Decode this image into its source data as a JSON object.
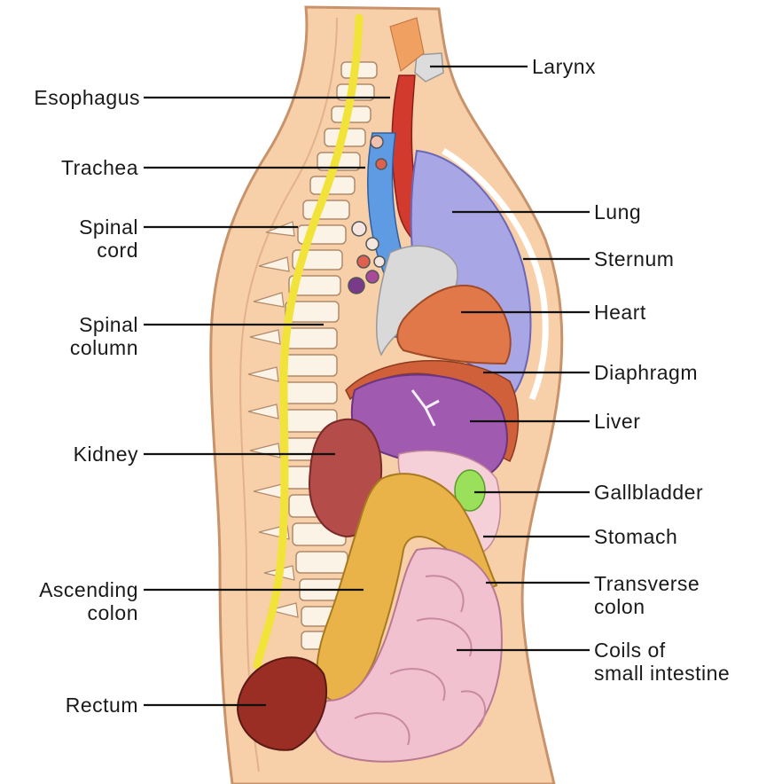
{
  "labels_left": [
    {
      "id": "esophagus",
      "lines": [
        "Esophagus"
      ]
    },
    {
      "id": "trachea",
      "lines": [
        "Trachea"
      ]
    },
    {
      "id": "spinal-cord",
      "lines": [
        "Spinal",
        "cord"
      ]
    },
    {
      "id": "spinal-column",
      "lines": [
        "Spinal",
        "column"
      ]
    },
    {
      "id": "kidney",
      "lines": [
        "Kidney"
      ]
    },
    {
      "id": "ascending-colon",
      "lines": [
        "Ascending",
        "colon"
      ]
    },
    {
      "id": "rectum",
      "lines": [
        "Rectum"
      ]
    }
  ],
  "labels_right": [
    {
      "id": "larynx",
      "lines": [
        "Larynx"
      ]
    },
    {
      "id": "lung",
      "lines": [
        "Lung"
      ]
    },
    {
      "id": "sternum",
      "lines": [
        "Sternum"
      ]
    },
    {
      "id": "heart",
      "lines": [
        "Heart"
      ]
    },
    {
      "id": "diaphragm",
      "lines": [
        "Diaphragm"
      ]
    },
    {
      "id": "liver",
      "lines": [
        "Liver"
      ]
    },
    {
      "id": "gallbladder",
      "lines": [
        "Gallbladder"
      ]
    },
    {
      "id": "stomach",
      "lines": [
        "Stomach"
      ]
    },
    {
      "id": "transverse-colon",
      "lines": [
        "Transverse",
        "colon"
      ]
    },
    {
      "id": "coils-small-intestine",
      "lines": [
        "Coils of",
        "small intestine"
      ]
    }
  ],
  "colors": {
    "skin": "#f7cfa8",
    "skin_outline": "#c8936a",
    "spinal_cord": "#f2e33a",
    "vertebra": "#fbf3e6",
    "lung": "#a9a6e6",
    "heart": "#e0784a",
    "liver": "#a05bb0",
    "kidney": "#b44c4a",
    "colon": "#e9b34a",
    "intestine": "#f2c1d0",
    "rectum": "#9a2e24",
    "gallbladder": "#9be05a",
    "stomach": "#f6d0d8",
    "trachea": "#5f9be2",
    "esophagus": "#d23a2e"
  }
}
